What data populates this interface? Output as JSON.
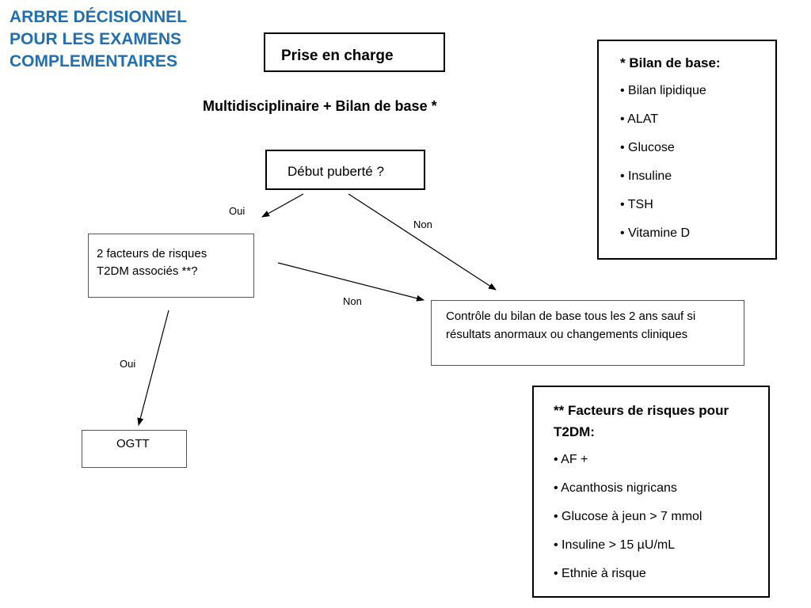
{
  "slide": {
    "title_lines": [
      "ARBRE DÉCISIONNEL",
      "POUR LES EXAMENS",
      "COMPLEMENTAIRES"
    ],
    "title_color": "#1f6fb5"
  },
  "flow": {
    "prise_en_charge": "Prise en charge",
    "multidisciplinaire": "Multidisciplinaire + Bilan de base *",
    "debut_puberte": "Début puberté ?",
    "facteurs_question_lines": [
      "2 facteurs de risques",
      "T2DM associés **?"
    ],
    "controle_lines": [
      "Contrôle du bilan de base tous les 2 ans sauf si",
      "résultats anormaux ou changements cliniques"
    ],
    "ogtt": "OGTT",
    "edge_oui_1": "Oui",
    "edge_non_1": "Non",
    "edge_non_2": "Non",
    "edge_oui_2": "Oui"
  },
  "bilan_box": {
    "title": "* Bilan de base:",
    "items": [
      "• Bilan lipidique",
      "• ALAT",
      "• Glucose",
      "• Insuline",
      "• TSH",
      "• Vitamine D"
    ]
  },
  "risk_box": {
    "title_lines": [
      "** Facteurs de risques pour",
      "T2DM:"
    ],
    "items": [
      "• AF +",
      "• Acanthosis nigricans",
      "• Glucose à jeun > 7 mmol",
      "• Insuline > 15 µU/mL",
      "• Ethnie à risque"
    ]
  }
}
